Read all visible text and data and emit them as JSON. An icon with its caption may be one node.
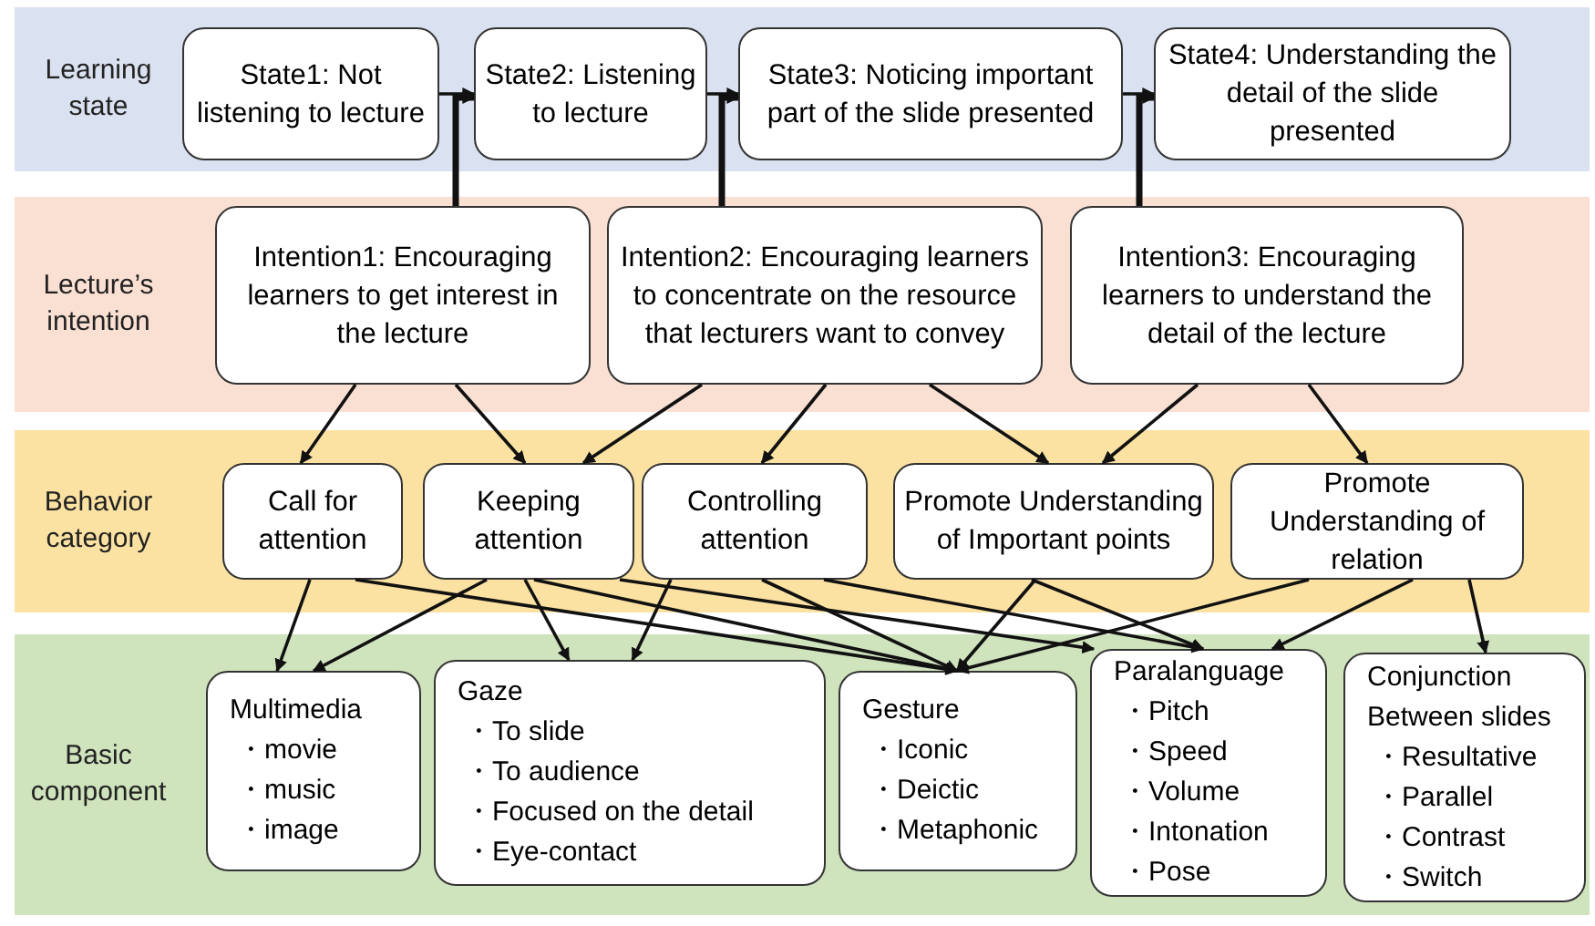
{
  "diagram": {
    "nodes": [
      {
        "text": [
          "Learning state"
        ]
      },
      {
        "text": [
          "State1: Not listening to lecture"
        ],
        "in": 0
      },
      {
        "text": [
          "State2: Listening to lecture"
        ],
        "in": 0
      },
      {
        "text": [
          "State3: Noticing important part of the slide presented"
        ],
        "in": 0
      },
      {
        "text": [
          "State4: Understanding the detail of the slide presented"
        ],
        "in": 0
      },
      {
        "text": [
          "Lecture’s intention"
        ]
      },
      {
        "text": [
          "Intention1: Encouraging learners to get interest in the lecture"
        ],
        "in": 5
      },
      {
        "text": [
          "Intention2: Encouraging learners to concentrate on the resource that lecturers want to convey"
        ],
        "in": 5
      },
      {
        "text": [
          "Intention3: Encouraging learners to understand the detail of the lecture"
        ],
        "in": 5
      },
      {
        "text": [
          "Behavior category"
        ]
      },
      {
        "text": [
          "Call for attention"
        ],
        "in": 9
      },
      {
        "text": [
          "Keeping attention"
        ],
        "in": 9
      },
      {
        "text": [
          "Controlling attention"
        ],
        "in": 9
      },
      {
        "text": [
          "Promote Understanding of Important points"
        ],
        "in": 9
      },
      {
        "text": [
          "Promote Understanding of relation"
        ],
        "in": 9
      },
      {
        "text": [
          "Basic component"
        ]
      },
      {
        "text": [
          "Multimedia",
          "・movie",
          "・music",
          "・image"
        ],
        "in": 15
      },
      {
        "text": [
          "Gaze",
          "・To slide",
          "・To audience",
          "・Focused on the detail",
          "・Eye-contact"
        ],
        "in": 15
      },
      {
        "text": [
          "Gesture",
          "・Iconic",
          "・Deictic",
          "・Metaphonic"
        ],
        "in": 15
      },
      {
        "text": [
          "Paralanguage",
          "・Pitch",
          "・Speed",
          "・Volume",
          "・Intonation",
          "・Pose"
        ],
        "in": 15
      },
      {
        "text": [
          "Conjunction Between slides",
          "・Resultative",
          "・Parallel",
          "・Contrast",
          "・Switch"
        ],
        "in": 15
      }
    ],
    "edges": [
      {
        "from": 1,
        "to": 2,
        "arrow": "to"
      },
      {
        "from": 2,
        "to": 3,
        "arrow": "to"
      },
      {
        "from": 3,
        "to": 4,
        "arrow": "to"
      },
      {
        "from": 6,
        "to": 2,
        "arrow": "to",
        "style": "thick"
      },
      {
        "from": 7,
        "to": 3,
        "arrow": "to",
        "style": "thick"
      },
      {
        "from": 8,
        "to": 4,
        "arrow": "to",
        "style": "thick"
      },
      {
        "from": 6,
        "to": 10,
        "arrow": "to"
      },
      {
        "from": 6,
        "to": 11,
        "arrow": "to"
      },
      {
        "from": 7,
        "to": 11,
        "arrow": "to"
      },
      {
        "from": 7,
        "to": 12,
        "arrow": "to"
      },
      {
        "from": 7,
        "to": 13,
        "arrow": "to"
      },
      {
        "from": 8,
        "to": 13,
        "arrow": "to"
      },
      {
        "from": 8,
        "to": 14,
        "arrow": "to"
      },
      {
        "from": 10,
        "to": 16,
        "arrow": "to"
      },
      {
        "from": 10,
        "to": 18,
        "arrow": "to"
      },
      {
        "from": 11,
        "to": 16,
        "arrow": "to"
      },
      {
        "from": 11,
        "to": 17,
        "arrow": "to"
      },
      {
        "from": 11,
        "to": 18,
        "arrow": "to"
      },
      {
        "from": 11,
        "to": 19,
        "arrow": "to"
      },
      {
        "from": 12,
        "to": 17,
        "arrow": "to"
      },
      {
        "from": 12,
        "to": 18,
        "arrow": "to"
      },
      {
        "from": 12,
        "to": 19,
        "arrow": "to"
      },
      {
        "from": 13,
        "to": 18,
        "arrow": "to"
      },
      {
        "from": 13,
        "to": 19,
        "arrow": "to"
      },
      {
        "from": 14,
        "to": 18,
        "arrow": "to"
      },
      {
        "from": 14,
        "to": 19,
        "arrow": "to"
      },
      {
        "from": 14,
        "to": 20,
        "arrow": "to"
      }
    ]
  }
}
